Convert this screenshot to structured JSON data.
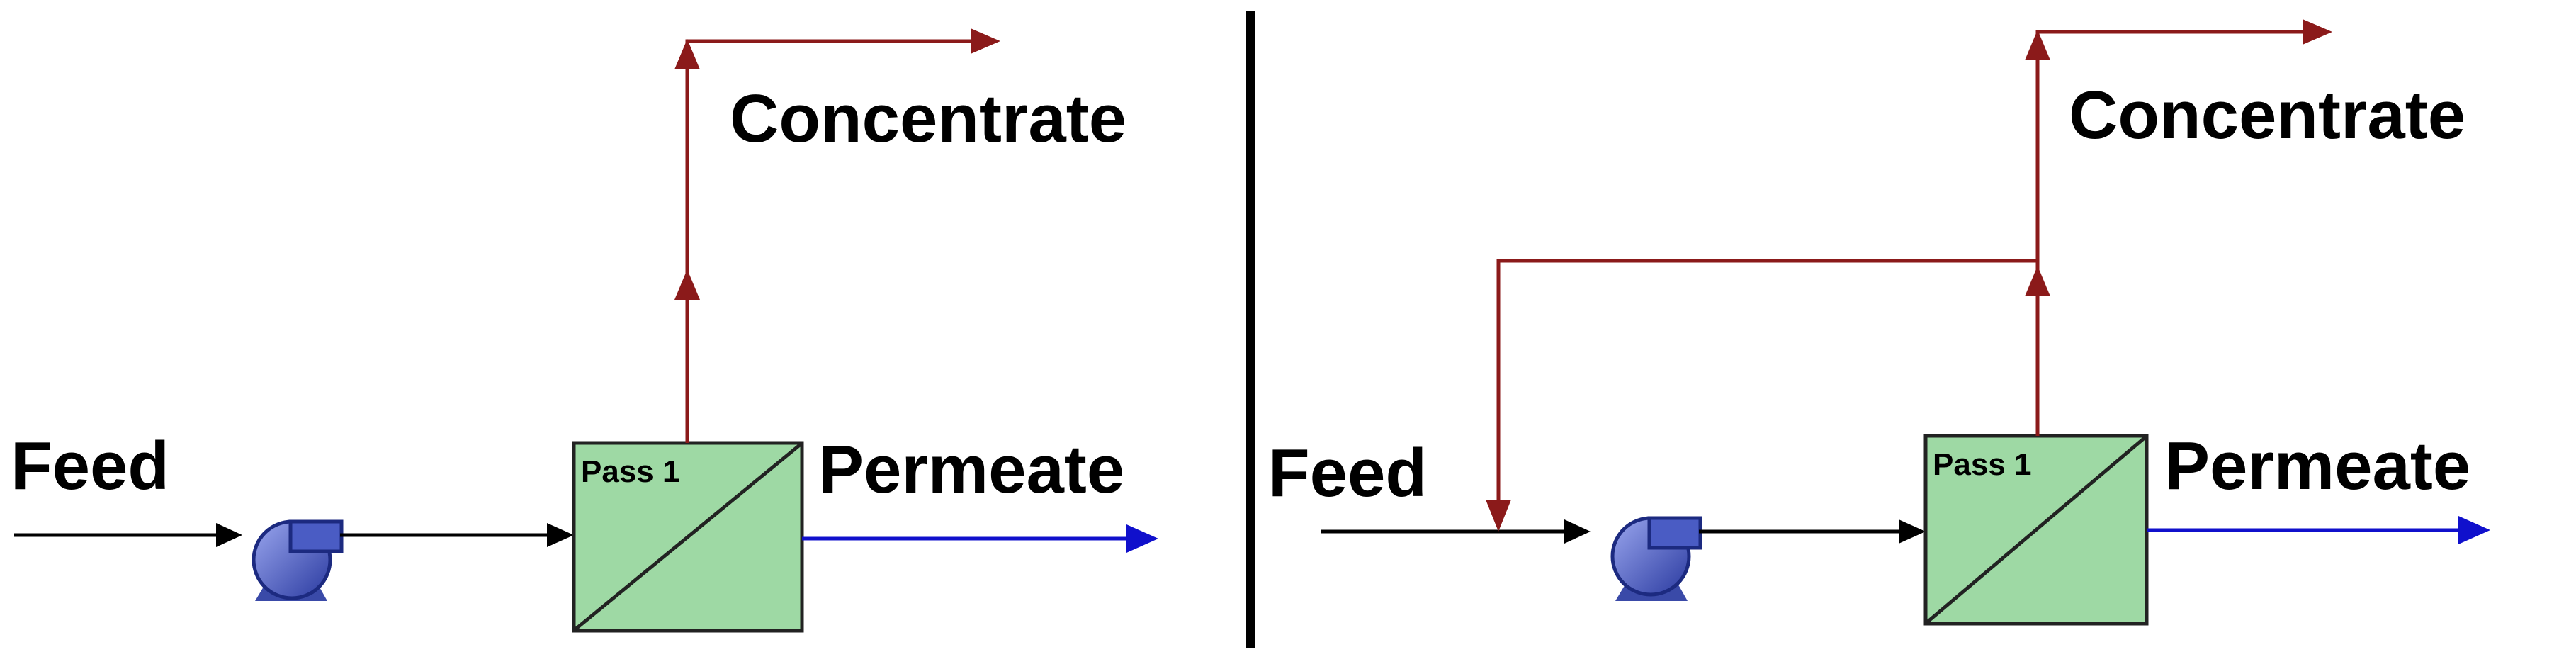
{
  "panels": [
    {
      "feed_label": "Feed",
      "pass_label": "Pass 1",
      "permeate_label": "Permeate",
      "concentrate_label": "Concentrate"
    },
    {
      "feed_label": "Feed",
      "pass_label": "Pass 1",
      "permeate_label": "Permeate",
      "concentrate_label": "Concentrate"
    }
  ],
  "colors": {
    "feed_line": "#000000",
    "concentrate_line": "#8b1a1a",
    "permeate_line": "#1010cc",
    "membrane_fill": "#9ed9a4",
    "pump_fill": "#4a5cc4",
    "divider": "#000000"
  }
}
